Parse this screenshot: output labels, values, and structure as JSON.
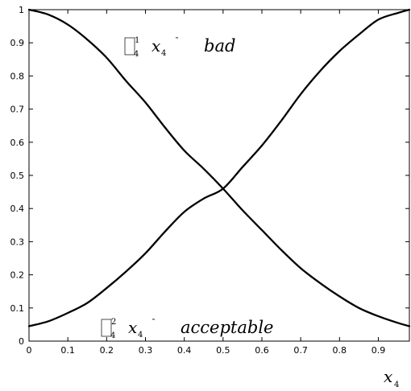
{
  "chart_data": {
    "type": "line",
    "xlabel": "x",
    "xlabel_subscript": "4",
    "xlim": [
      0,
      0.98
    ],
    "ylim": [
      0,
      1
    ],
    "xticks": [
      "0",
      "0.1",
      "0.2",
      "0.3",
      "0.4",
      "0.5",
      "0.6",
      "0.7",
      "0.8",
      "0.9"
    ],
    "yticks": [
      "0",
      "0.1",
      "0.2",
      "0.3",
      "0.4",
      "0.5",
      "0.6",
      "0.7",
      "0.8",
      "0.9",
      "1"
    ],
    "grid": false,
    "line_color": "#000000",
    "series": [
      {
        "name": "bad",
        "annotation": {
          "symbol_superscript": "1",
          "symbol_subscript": "4",
          "var": "x",
          "var_subscript": "4",
          "tilde": "˜",
          "word": "bad"
        },
        "x": [
          0,
          0.05,
          0.1,
          0.15,
          0.2,
          0.25,
          0.3,
          0.35,
          0.4,
          0.45,
          0.5,
          0.55,
          0.6,
          0.65,
          0.7,
          0.75,
          0.8,
          0.85,
          0.9,
          0.95,
          0.98
        ],
        "y": [
          1.0,
          0.985,
          0.955,
          0.91,
          0.855,
          0.785,
          0.72,
          0.645,
          0.575,
          0.52,
          0.46,
          0.395,
          0.335,
          0.275,
          0.22,
          0.175,
          0.135,
          0.1,
          0.075,
          0.055,
          0.045
        ]
      },
      {
        "name": "acceptable",
        "annotation": {
          "symbol_superscript": "2",
          "symbol_subscript": "4",
          "var": "x",
          "var_subscript": "4",
          "tilde": "˜",
          "word": "acceptable"
        },
        "x": [
          0,
          0.05,
          0.1,
          0.15,
          0.2,
          0.25,
          0.3,
          0.35,
          0.4,
          0.45,
          0.5,
          0.55,
          0.6,
          0.65,
          0.7,
          0.75,
          0.8,
          0.85,
          0.9,
          0.95,
          0.98
        ],
        "y": [
          0.045,
          0.06,
          0.085,
          0.115,
          0.16,
          0.21,
          0.265,
          0.33,
          0.39,
          0.43,
          0.46,
          0.525,
          0.59,
          0.665,
          0.745,
          0.815,
          0.875,
          0.925,
          0.97,
          0.99,
          1.0
        ]
      }
    ]
  }
}
